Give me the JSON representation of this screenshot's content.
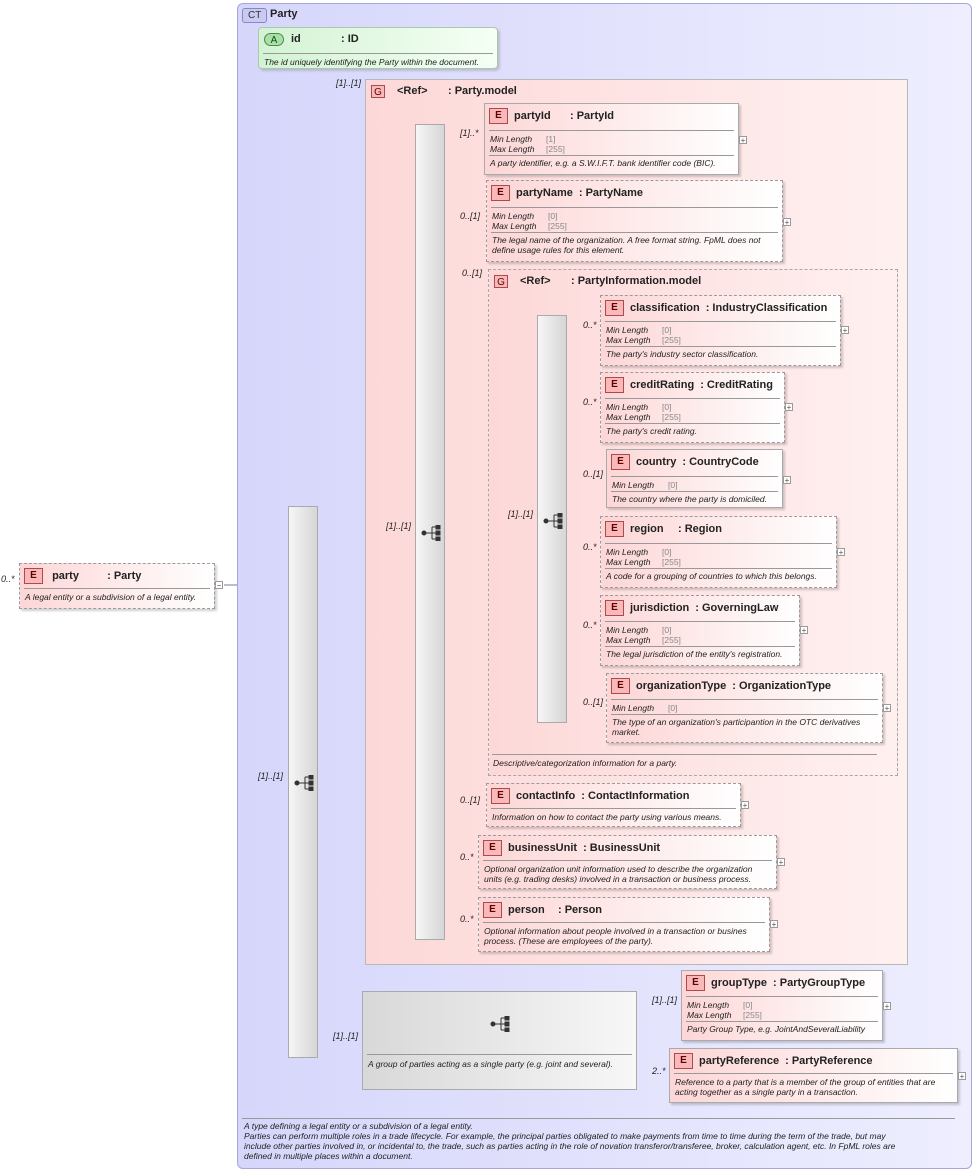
{
  "complex_type": {
    "tag": "CT",
    "name": "Party",
    "annotation_lines": [
      "A type defining a legal entity or a subdivision of a legal entity.",
      "Parties can perform multiple roles in a trade lifecycle. For example, the principal parties obligated to make payments from time to time during the term of the trade, but may",
      "include other parties involved in, or incidental to, the trade, such as parties acting in the role of novation transferor/transferee, broker, calculation agent, etc. In FpML roles are",
      "defined in multiple places within a document."
    ]
  },
  "root_element": {
    "tag": "E",
    "name": "party",
    "type": ": Party",
    "cardinality": "0..*",
    "description": "A legal entity or a subdivision of a legal entity.",
    "toggle": "−"
  },
  "attribute": {
    "tag": "A",
    "name": "id",
    "type": ": ID",
    "description": "The id uniquely identifying the Party within the document."
  },
  "cards": {
    "outer_choice": "[1]..[1]",
    "party_model": "[1]..[1]",
    "party_model_seq": "[1]..[1]",
    "party_info": "0..[1]",
    "party_info_seq": "[1]..[1]",
    "choice_group": "[1]..[1]"
  },
  "party_model": {
    "tag": "G",
    "ref": "<Ref>",
    "name": ": Party.model"
  },
  "party_info": {
    "tag": "G",
    "ref": "<Ref>",
    "name": ": PartyInformation.model",
    "description": "Descriptive/categorization information for a party."
  },
  "facet_labels": {
    "min": "Min Length",
    "max": "Max Length"
  },
  "elements": {
    "partyId": {
      "tag": "E",
      "name": "partyId",
      "type": ": PartyId",
      "card": "[1]..*",
      "min": "[1]",
      "max": "[255]",
      "desc": "A party identifier, e.g. a S.W.I.F.T. bank identifier code (BIC)."
    },
    "partyName": {
      "tag": "E",
      "name": "partyName",
      "type": ": PartyName",
      "card": "0..[1]",
      "min": "[0]",
      "max": "[255]",
      "desc": "The legal name of the organization. A free format string. FpML does not define usage rules for this element."
    },
    "classification": {
      "tag": "E",
      "name": "classification",
      "type": ": IndustryClassification",
      "card": "0..*",
      "min": "[0]",
      "max": "[255]",
      "desc": "The party's industry sector classification."
    },
    "creditRating": {
      "tag": "E",
      "name": "creditRating",
      "type": ": CreditRating",
      "card": "0..*",
      "min": "[0]",
      "max": "[255]",
      "desc": "The party's credit rating."
    },
    "country": {
      "tag": "E",
      "name": "country",
      "type": ": CountryCode",
      "card": "0..[1]",
      "min": "[0]",
      "desc": "The country where the party is domiciled."
    },
    "region": {
      "tag": "E",
      "name": "region",
      "type": ": Region",
      "card": "0..*",
      "min": "[0]",
      "max": "[255]",
      "desc": "A code for a grouping of countries to which this belongs."
    },
    "jurisdiction": {
      "tag": "E",
      "name": "jurisdiction",
      "type": ": GoverningLaw",
      "card": "0..*",
      "min": "[0]",
      "max": "[255]",
      "desc": "The legal jurisdiction of the entity's registration."
    },
    "organizationType": {
      "tag": "E",
      "name": "organizationType",
      "type": ": OrganizationType",
      "card": "0..[1]",
      "min": "[0]",
      "desc": "The type of an organization's participantion in the OTC derivatives market."
    },
    "contactInfo": {
      "tag": "E",
      "name": "contactInfo",
      "type": ": ContactInformation",
      "card": "0..[1]",
      "desc": "Information on how to contact the party using various means."
    },
    "businessUnit": {
      "tag": "E",
      "name": "businessUnit",
      "type": ": BusinessUnit",
      "card": "0..*",
      "desc": "Optional organization unit information used to describe the organization units (e.g. trading desks) involved in a transaction or business process."
    },
    "person": {
      "tag": "E",
      "name": "person",
      "type": ": Person",
      "card": "0..*",
      "desc": "Optional information about people involved in a transaction or busines process. (These are employees of the party)."
    },
    "groupType": {
      "tag": "E",
      "name": "groupType",
      "type": ": PartyGroupType",
      "card": "[1]..[1]",
      "min": "[0]",
      "max": "[255]",
      "desc": "Party Group Type, e.g. JointAndSeveralLiability"
    },
    "partyReference": {
      "tag": "E",
      "name": "partyReference",
      "type": ": PartyReference",
      "card": "2..*",
      "desc": "Reference to a party that is a member of the group of entities that are acting together as a single party in a transaction."
    }
  },
  "choice_group_desc": "A group of parties acting as a single party (e.g. joint and several).",
  "expand_symbol": "+",
  "icons": {
    "sequence": "sequence-icon",
    "expand": "plus-box-icon",
    "collapse": "minus-box-icon"
  },
  "colors": {
    "complex_type_bg": "#e3e3fd",
    "element_tag": "#f7b9b9",
    "attribute_bg": "#d3f3d3",
    "group_bg": "#fdd8d8"
  }
}
